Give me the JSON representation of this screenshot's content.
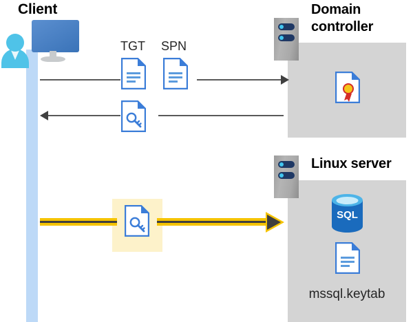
{
  "diagram": {
    "title": "Kerberos authentication flow between client, domain controller and Linux server",
    "background": "#ffffff",
    "colors": {
      "panel_gray": "#d4d4d4",
      "rack_gray": "#a9a9a9",
      "lifeline_blue": "#bdd9f7",
      "doc_blue": "#3b7dd8",
      "arrow_dark": "#404040",
      "highlight_yellow": "#fdf2ca",
      "arrow_yellow": "#f5c300",
      "sql_blue": "#1a6bbd",
      "cert_red": "#d42d27",
      "cert_gold": "#f5c518"
    }
  },
  "client": {
    "title": "Client",
    "icon": "user-workstation-icon",
    "lifeline": "client-lifeline"
  },
  "domain_controller": {
    "title": "Domain controller",
    "title_lines": [
      "Domain",
      "controller"
    ],
    "rack_icon": "server-rack-icon",
    "contents": [
      {
        "name": "certificate-document-icon",
        "label": ""
      }
    ]
  },
  "linux_server": {
    "title": "Linux server",
    "rack_icon": "server-rack-icon",
    "contents": [
      {
        "name": "sql-database-icon",
        "label": "SQL"
      },
      {
        "name": "keytab-document-icon",
        "label": "mssql.keytab"
      }
    ],
    "sql_label": "SQL",
    "keytab_filename": "mssql.keytab"
  },
  "flows": [
    {
      "id": "flow-request-tgt-spn",
      "direction": "right",
      "from": "client",
      "to": "domain_controller",
      "style": "thin-dark",
      "labels": [
        "TGT",
        "SPN"
      ],
      "icons": [
        "document-icon",
        "document-icon"
      ]
    },
    {
      "id": "flow-ticket-response",
      "direction": "left",
      "from": "domain_controller",
      "to": "client",
      "style": "thin-dark",
      "labels": [],
      "icons": [
        "key-document-icon"
      ]
    },
    {
      "id": "flow-service-ticket",
      "direction": "right",
      "from": "client",
      "to": "linux_server",
      "style": "thick-yellow-highlight",
      "labels": [],
      "icons": [
        "key-document-icon"
      ],
      "highlighted": true
    }
  ],
  "labels": {
    "tgt": "TGT",
    "spn": "SPN"
  }
}
